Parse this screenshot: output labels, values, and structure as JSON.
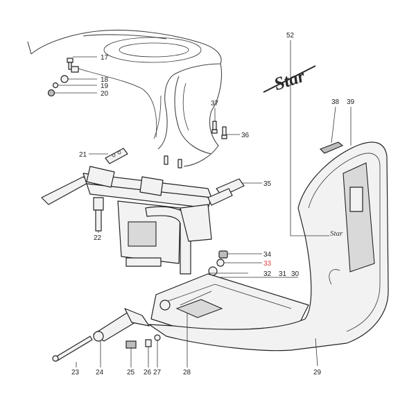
{
  "diagram": {
    "brand_logo": "Star",
    "badge_text": "Star",
    "callouts": [
      {
        "label": "17"
      },
      {
        "label": "18"
      },
      {
        "label": "19"
      },
      {
        "label": "20"
      },
      {
        "label": "21"
      },
      {
        "label": "22"
      },
      {
        "label": "23"
      },
      {
        "label": "24"
      },
      {
        "label": "25"
      },
      {
        "label": "26"
      },
      {
        "label": "27"
      },
      {
        "label": "28"
      },
      {
        "label": "29"
      },
      {
        "label": "30"
      },
      {
        "label": "31"
      },
      {
        "label": "32"
      },
      {
        "label": "33",
        "highlight": true
      },
      {
        "label": "34"
      },
      {
        "label": "35"
      },
      {
        "label": "36"
      },
      {
        "label": "37"
      },
      {
        "label": "38"
      },
      {
        "label": "39"
      },
      {
        "label": "52"
      }
    ],
    "colors": {
      "highlight": "#e23c3c",
      "line": "#222222"
    }
  }
}
